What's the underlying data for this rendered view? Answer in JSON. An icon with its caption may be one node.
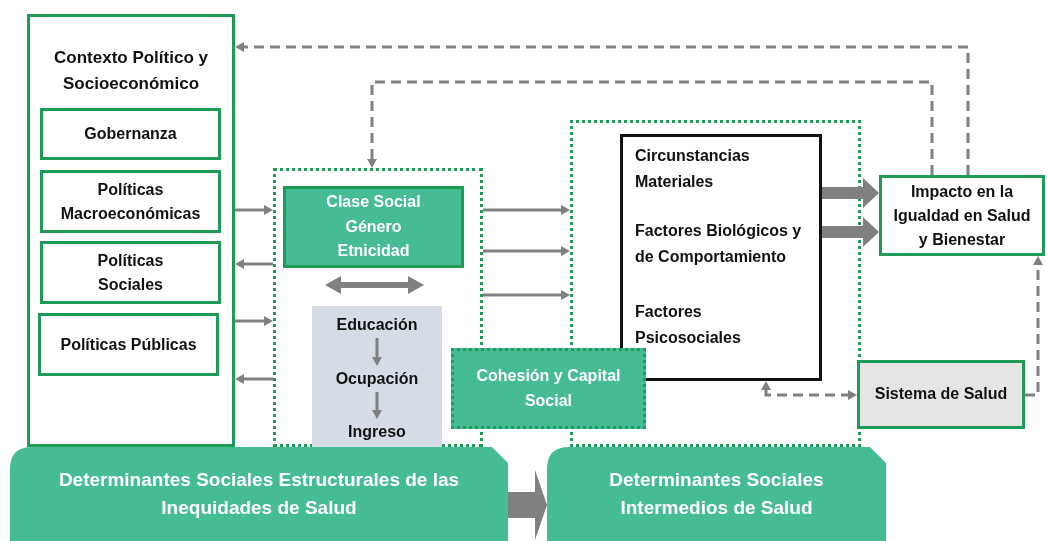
{
  "diagram": {
    "nodes": [
      {
        "text": [
          "Contexto Político y Socioeconómico"
        ]
      },
      {
        "text": [
          "Gobernanza"
        ],
        "in": 0
      },
      {
        "text": [
          "Políticas Macroeconómicas"
        ],
        "in": 0
      },
      {
        "text": [
          "Políticas Sociales"
        ],
        "in": 0
      },
      {
        "text": [
          "Políticas Públicas"
        ],
        "in": 0
      },
      {
        "text": [],
        "shape": "box"
      },
      {
        "text": [
          "Clase Social",
          "Género",
          "Etnicidad"
        ],
        "in": 5
      },
      {
        "text": [],
        "shape": "box",
        "in": 5
      },
      {
        "text": [
          "Educación"
        ],
        "in": 7
      },
      {
        "text": [
          "Ocupación"
        ],
        "in": 7
      },
      {
        "text": [
          "Ingreso"
        ],
        "in": 7
      },
      {
        "text": [],
        "shape": "box"
      },
      {
        "text": [
          "Circunstancias Materiales",
          "Factores Biológicos y de Comportamiento",
          "Factores Psicosociales"
        ],
        "in": 11
      },
      {
        "text": [
          "Cohesión y Capital Social"
        ]
      },
      {
        "text": [
          "Impacto en la Igualdad en Salud y Bienestar"
        ]
      },
      {
        "text": [
          "Sistema de Salud"
        ]
      },
      {
        "text": [
          "Determinantes Sociales Estructurales de las Inequidades de Salud"
        ]
      },
      {
        "text": [
          "Determinantes Sociales Intermedios de Salud"
        ]
      }
    ],
    "edges": [
      {
        "from": 0,
        "to": 5,
        "arrow": "to"
      },
      {
        "from": 5,
        "to": 0,
        "arrow": "to"
      },
      {
        "from": 0,
        "to": 5,
        "arrow": "to"
      },
      {
        "from": 5,
        "to": 0,
        "arrow": "to"
      },
      {
        "from": 8,
        "to": 9,
        "arrow": "to"
      },
      {
        "from": 9,
        "to": 10,
        "arrow": "to"
      },
      {
        "from": 5,
        "to": 11,
        "arrow": "to"
      },
      {
        "from": 5,
        "to": 11,
        "arrow": "to"
      },
      {
        "from": 5,
        "to": 11,
        "arrow": "to"
      },
      {
        "from": 12,
        "to": 14,
        "arrow": "to",
        "style": "thick"
      },
      {
        "from": 12,
        "to": 14,
        "arrow": "to",
        "style": "thick"
      },
      {
        "from": 12,
        "to": 15,
        "arrow": "both",
        "style": "dashed"
      },
      {
        "from": 15,
        "to": 14,
        "arrow": "to",
        "style": "dashed"
      },
      {
        "from": 14,
        "to": 0,
        "arrow": "to",
        "style": "dashed"
      },
      {
        "from": 14,
        "to": 5,
        "arrow": "to",
        "style": "dashed"
      },
      {
        "from": 16,
        "to": 17,
        "arrow": "to",
        "style": "thick"
      }
    ]
  }
}
